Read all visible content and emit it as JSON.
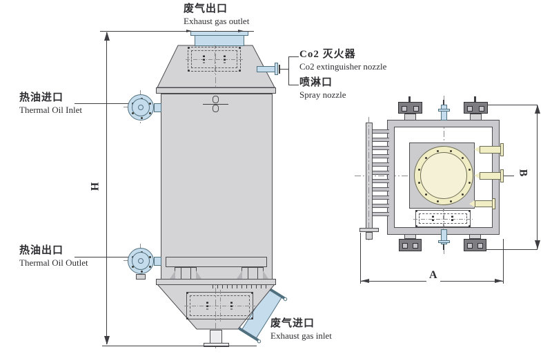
{
  "labels": {
    "exhaust_gas_outlet": {
      "zh": "废气出口",
      "en": "Exhaust gas outlet"
    },
    "co2_nozzle": {
      "zh": "Co2 灭火器",
      "en": "Co2 extinguisher nozzle"
    },
    "spray_nozzle": {
      "zh": "喷淋口",
      "en": "Spray nozzle"
    },
    "thermal_oil_inlet": {
      "zh": "热油进口",
      "en": "Thermal Oil Inlet"
    },
    "thermal_oil_outlet": {
      "zh": "热油出口",
      "en": "Thermal Oil Outlet"
    },
    "exhaust_gas_inlet": {
      "zh": "废气进口",
      "en": "Exhaust gas inlet"
    }
  },
  "dimensions": {
    "height": "H",
    "width": "A",
    "depth": "B"
  },
  "colors": {
    "body_gray": "#d4d4d7",
    "nozzle_blue": "#c5dcec",
    "flange_cream": "#f1edc5",
    "bracket_dark": "#7c7c81",
    "line": "#4a4a4f"
  }
}
